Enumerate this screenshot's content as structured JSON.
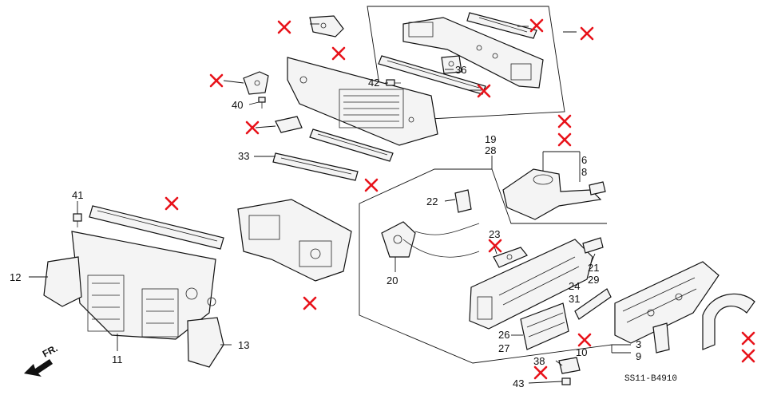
{
  "diagram": {
    "code": "SS11-B4910",
    "direction": "FR.",
    "labels": {
      "n1": "42",
      "n2": "36",
      "n3": "40",
      "n4": "33",
      "n5": "19",
      "n6": "28",
      "n7": "6",
      "n8": "8",
      "n9": "41",
      "n10": "22",
      "n11": "12",
      "n12": "23",
      "n13": "20",
      "n14": "21",
      "n15": "29",
      "n16": "24",
      "n17": "31",
      "n18": "11",
      "n19": "13",
      "n20": "26",
      "n21": "27",
      "n22": "3",
      "n23": "10",
      "n24": "9",
      "n25": "38",
      "n26": "43"
    },
    "removed_marker": "X",
    "accent_color": "#e8121a"
  }
}
